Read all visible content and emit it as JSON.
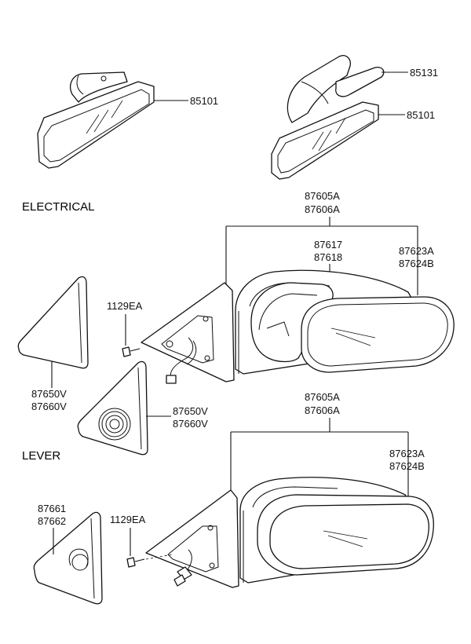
{
  "sections": {
    "electrical": "ELECTRICAL",
    "lever": "LEVER"
  },
  "parts": {
    "p85101_a": "85101",
    "p85131": "85131",
    "p85101_b": "85101",
    "e_outer_1": "87605A",
    "e_outer_2": "87606A",
    "e_glass_1": "87617",
    "e_glass_2": "87618",
    "e_cover_1": "87623A",
    "e_cover_2": "87624B",
    "e_bolt": "1129EA",
    "e_tri_1": "87650V",
    "e_tri_2": "87660V",
    "e_trispk_1": "87650V",
    "e_trispk_2": "87660V",
    "l_outer_1": "87605A",
    "l_outer_2": "87606A",
    "l_cover_1": "87623A",
    "l_cover_2": "87624B",
    "l_tri_1": "87661",
    "l_tri_2": "87662",
    "l_bolt": "1129EA"
  }
}
